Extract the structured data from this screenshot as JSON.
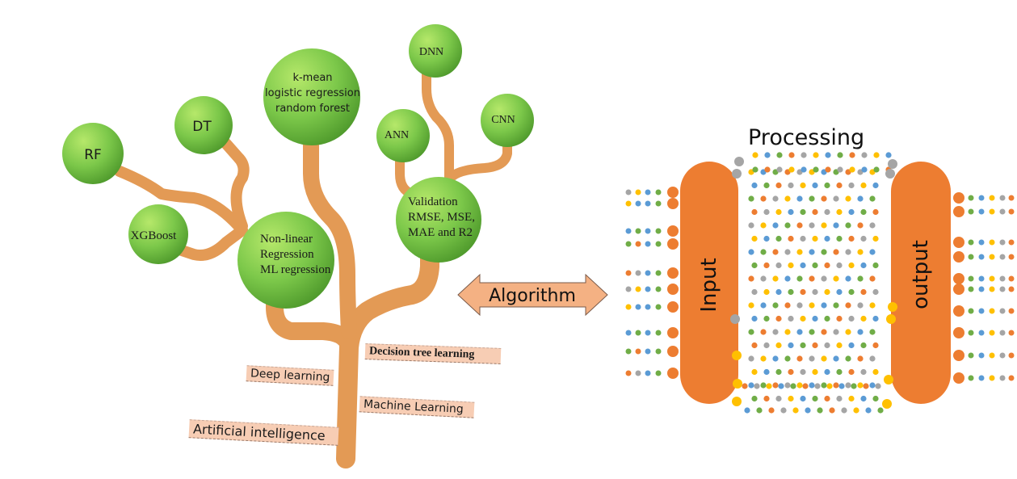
{
  "diagram": {
    "type": "ml-taxonomy-tree-and-processing-network",
    "colors": {
      "leaf_green": "#7cc84a",
      "leaf_green_dark": "#4f9a2c",
      "branch_orange": "#e39a55",
      "label_bg": "#f7cdb4",
      "node_orange": "#ed7d31",
      "dot_blue": "#5b9bd5",
      "dot_green": "#70ad47",
      "dot_yellow": "#ffc000",
      "dot_gray": "#a5a5a5",
      "arrow_fill": "#f4b183"
    },
    "tree": {
      "leaves": [
        {
          "id": "rf",
          "lines": [
            "RF"
          ]
        },
        {
          "id": "dt",
          "lines": [
            "DT"
          ]
        },
        {
          "id": "xgboost",
          "lines": [
            "XGBoost"
          ]
        },
        {
          "id": "kmean",
          "lines": [
            "k-mean",
            "logistic regression",
            "random forest"
          ]
        },
        {
          "id": "nonlinear",
          "lines": [
            "Non-linear",
            "Regression",
            "ML regression"
          ]
        },
        {
          "id": "dnn",
          "lines": [
            "DNN"
          ]
        },
        {
          "id": "ann",
          "lines": [
            "ANN"
          ]
        },
        {
          "id": "cnn",
          "lines": [
            "CNN"
          ]
        },
        {
          "id": "validation",
          "lines": [
            "Validation",
            "RMSE, MSE,",
            "MAE and R2"
          ]
        }
      ],
      "labels": {
        "decision_tree": "Decision  tree learning",
        "deep_learning": "Deep learning",
        "machine_learning": "Machine Learning",
        "artificial_intelligence": "Artificial intelligence"
      }
    },
    "arrow": {
      "label": "Algorithm"
    },
    "network": {
      "title": "Processing",
      "input_label": "Input",
      "output_label": "output"
    }
  }
}
